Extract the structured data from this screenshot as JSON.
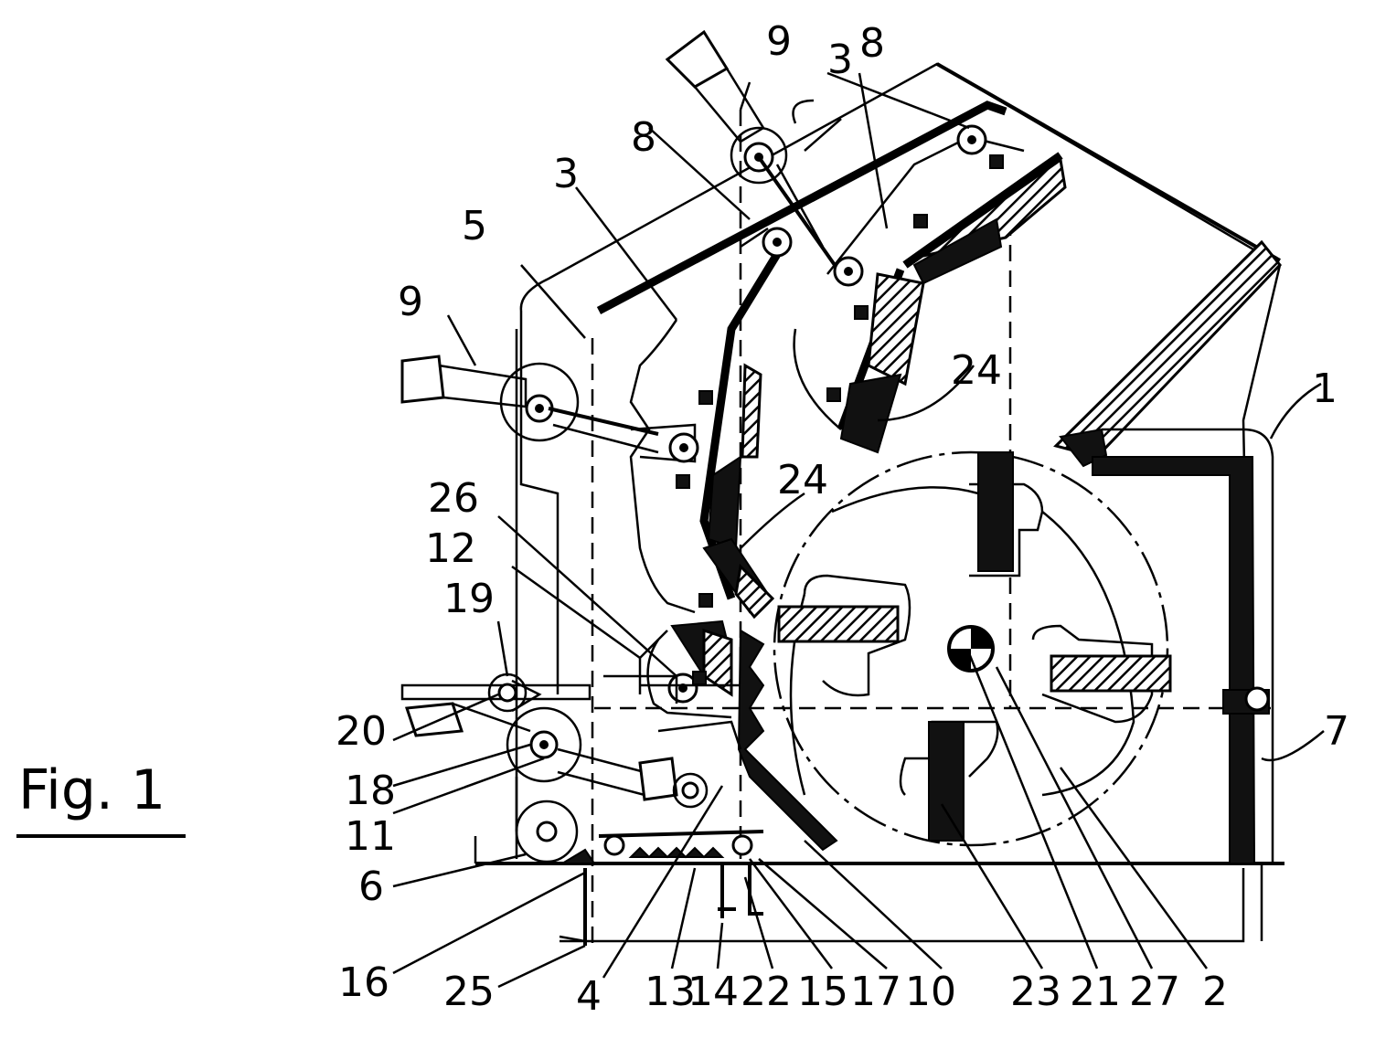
{
  "figure": {
    "caption": "Fig. 1"
  },
  "labels": {
    "l1": "1",
    "l2": "2",
    "l3a": "3",
    "l3b": "3",
    "l4": "4",
    "l5": "5",
    "l6": "6",
    "l7": "7",
    "l8a": "8",
    "l8b": "8",
    "l9a": "9",
    "l9b": "9",
    "l10": "10",
    "l11": "11",
    "l12": "12",
    "l13": "13",
    "l14": "14",
    "l15": "15",
    "l16": "16",
    "l17": "17",
    "l18": "18",
    "l19": "19",
    "l20": "20",
    "l21": "21",
    "l22": "22",
    "l23": "23",
    "l24a": "24",
    "l24b": "24",
    "l25": "25",
    "l26": "26",
    "l27": "27"
  }
}
